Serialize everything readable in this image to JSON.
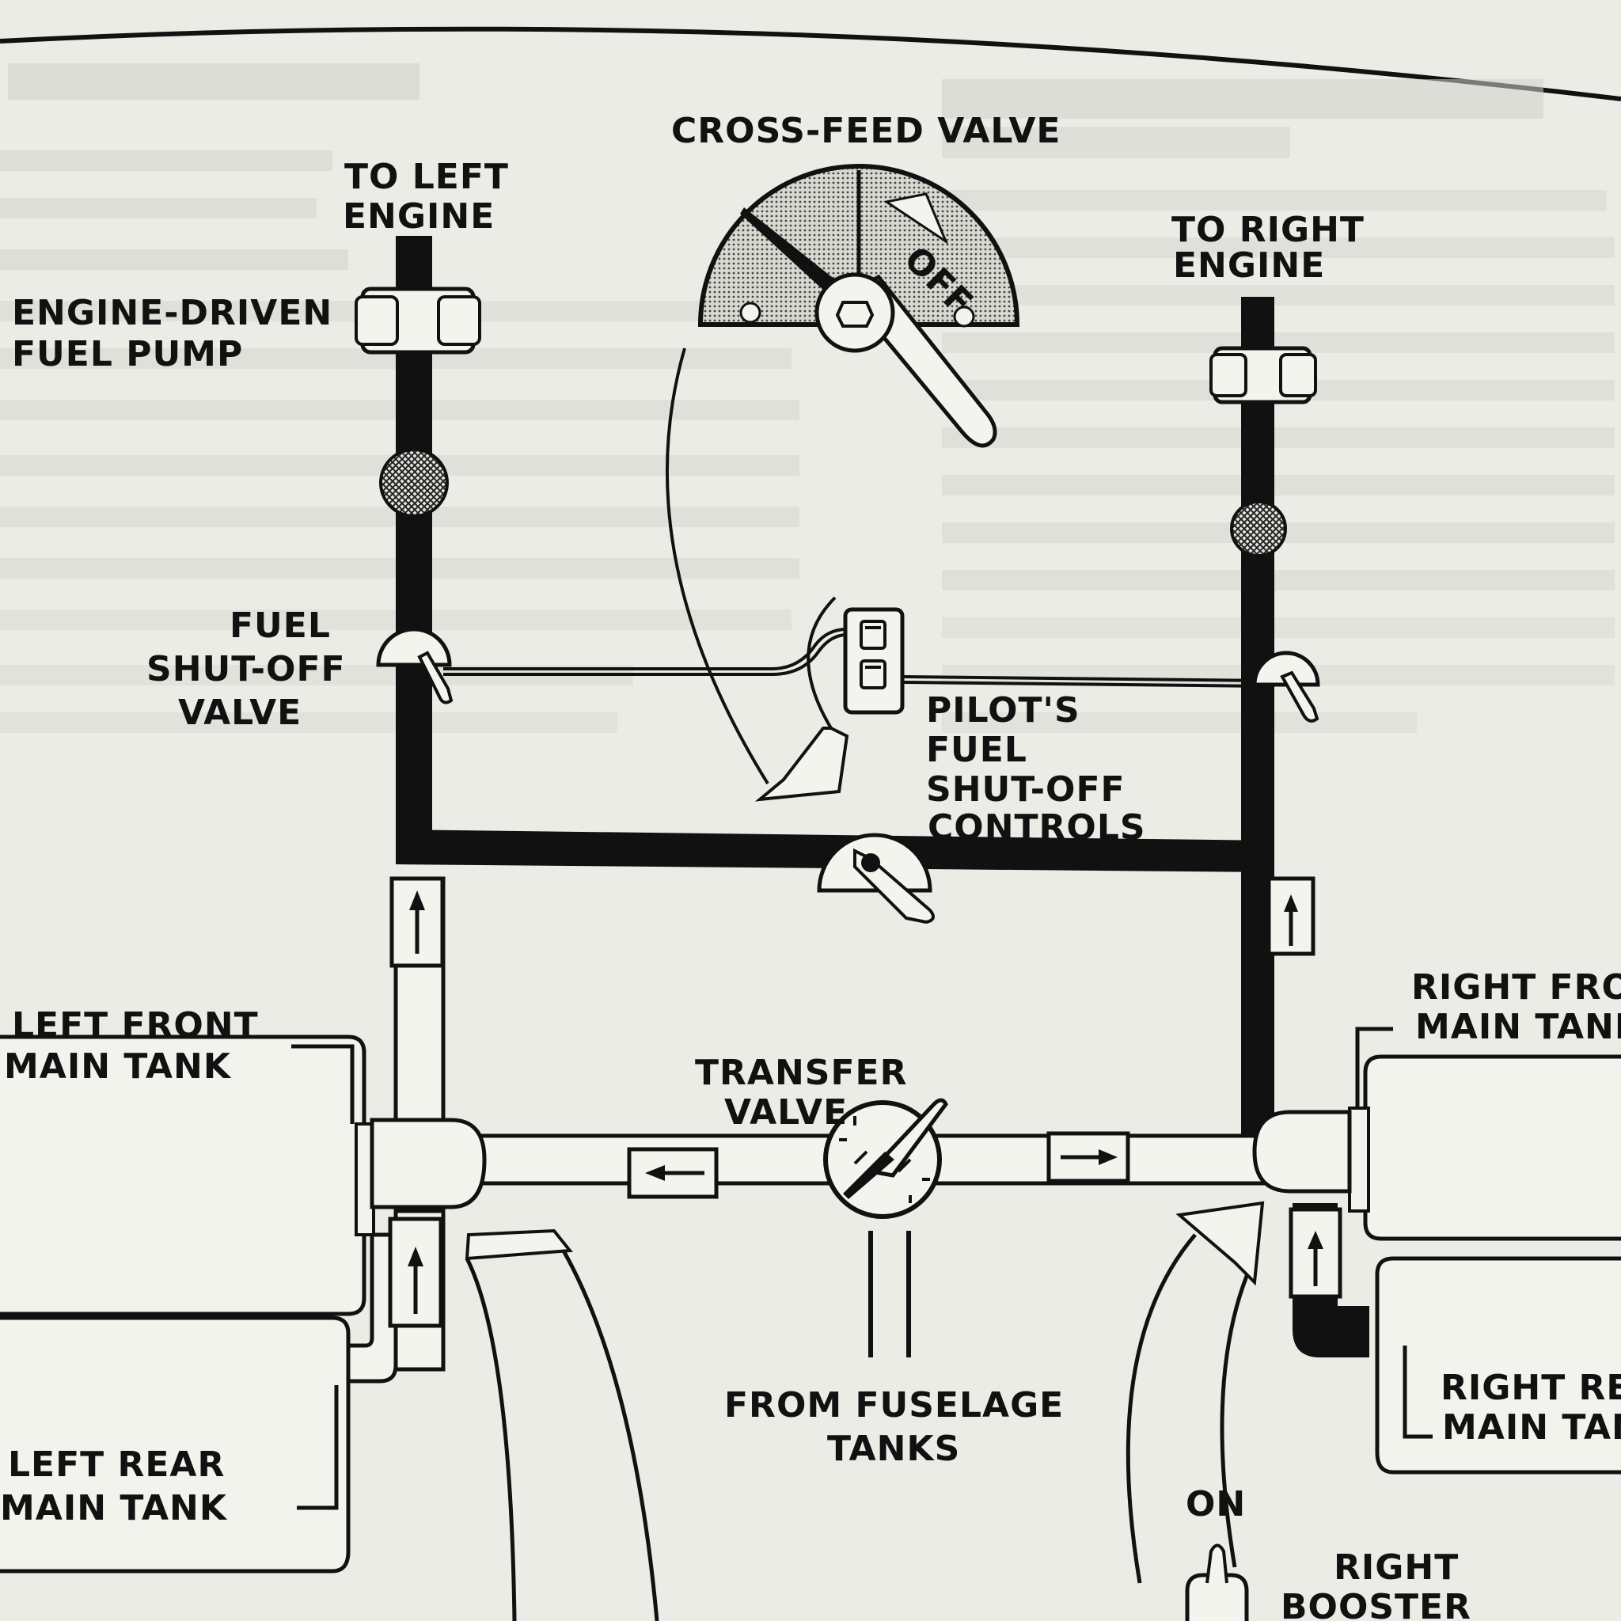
{
  "labels": {
    "cross_feed_valve": "CROSS-FEED VALVE",
    "to_left_engine": [
      "TO LEFT",
      "ENGINE"
    ],
    "to_right_engine": [
      "TO RIGHT",
      "ENGINE"
    ],
    "engine_driven_fuel_pump": [
      "ENGINE-DRIVEN",
      "FUEL PUMP"
    ],
    "fuel_shut_off_valve": [
      "FUEL",
      "SHUT-OFF",
      "VALVE"
    ],
    "pilots_fuel_shut_off_controls": [
      "PILOT'S",
      "FUEL",
      "SHUT-OFF",
      "CONTROLS"
    ],
    "left_front_main_tank": [
      "LEFT FRONT",
      "MAIN TANK"
    ],
    "left_rear_main_tank": [
      "LEFT REAR",
      "MAIN TANK"
    ],
    "right_front_main_tank": [
      "RIGHT FRONT",
      "MAIN TANK"
    ],
    "right_rear_main_tank": [
      "RIGHT REAR",
      "MAIN TANK"
    ],
    "transfer_valve": [
      "TRANSFER",
      "VALVE"
    ],
    "from_fuselage_tanks": [
      "FROM FUSELAGE",
      "TANKS"
    ],
    "on": "ON",
    "right_booster": [
      "RIGHT",
      "BOOSTER"
    ],
    "off_dial": "OFF"
  },
  "colors": {
    "paper": "#ecece6",
    "ink": "#111111",
    "faded_text": "#b9b9b2"
  }
}
